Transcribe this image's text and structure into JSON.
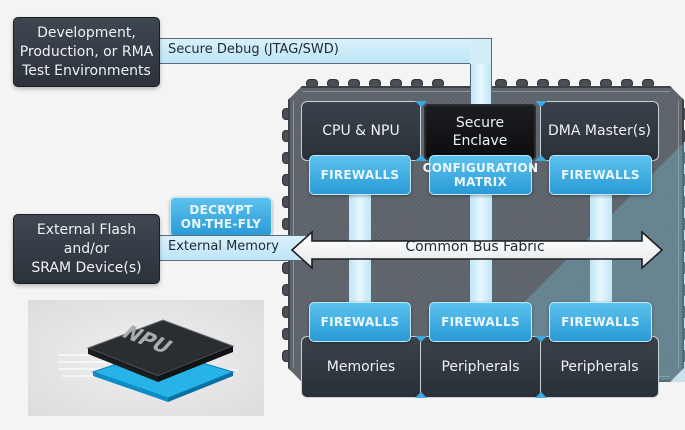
{
  "external": {
    "test_env": [
      "Development,",
      "Production, or RMA",
      "Test Environments"
    ],
    "memory_device": [
      "External Flash",
      "and/or",
      "SRAM Device(s)"
    ]
  },
  "connectors": {
    "debug": "Secure Debug (JTAG/SWD)",
    "external_memory": "External Memory",
    "bus": "Common Bus Fabric"
  },
  "decrypt": [
    "DECRYPT",
    "ON-THE-FLY"
  ],
  "top_modules": {
    "cpu": "CPU & NPU",
    "enclave": [
      "Secure",
      "Enclave"
    ],
    "dma": "DMA Master(s)"
  },
  "top_badges": {
    "left": "FIREWALLS",
    "center": [
      "CONFIGURATION",
      "MATRIX"
    ],
    "right": "FIREWALLS"
  },
  "bottom_badges": [
    "FIREWALLS",
    "FIREWALLS",
    "FIREWALLS"
  ],
  "bottom_modules": [
    "Memories",
    "Peripherals",
    "Peripherals"
  ],
  "npu_image": {
    "chip_label": "NPU"
  },
  "colors": {
    "badge_blue": "#2a9ad6",
    "tube_blue": "#d9f0fb",
    "module_dark": "#2a3037",
    "chip_gray": "#5f656c"
  }
}
